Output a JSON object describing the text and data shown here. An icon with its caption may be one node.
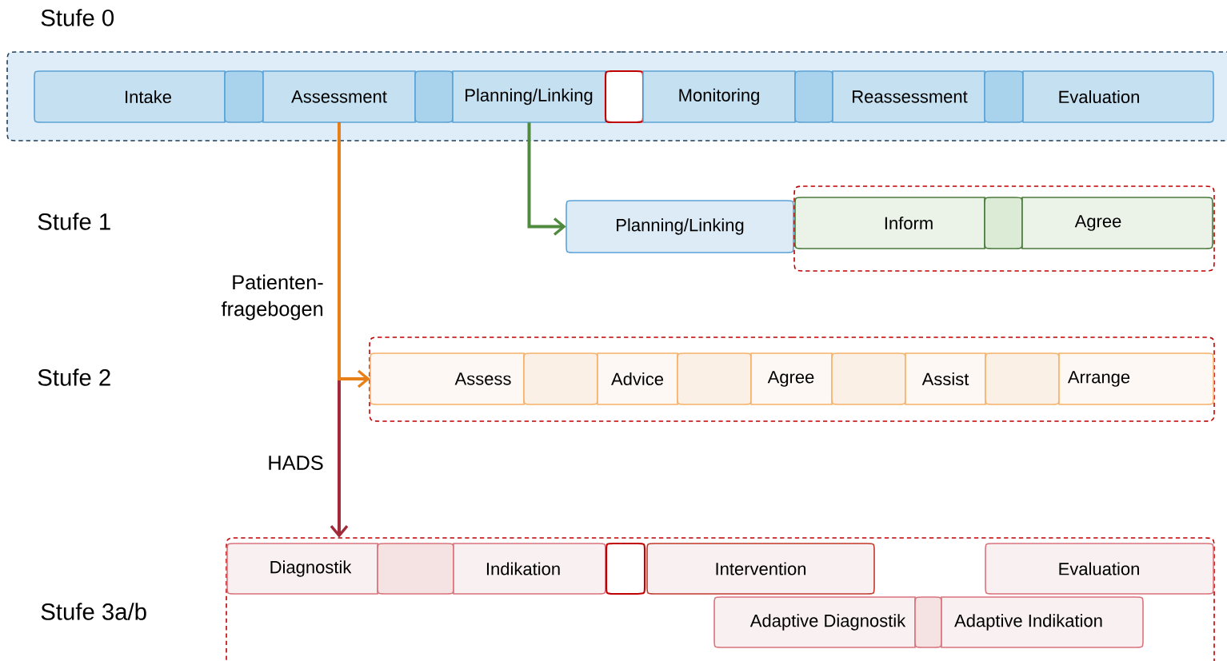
{
  "diagram": {
    "nodes": [
      {
        "text": [],
        "shape": "box"
      },
      {
        "text": [
          "Intake"
        ],
        "in": 0
      },
      {
        "text": [],
        "shape": "box",
        "in": 0
      },
      {
        "text": [
          "Assessment"
        ],
        "in": 0
      },
      {
        "text": [],
        "shape": "box",
        "in": 0
      },
      {
        "text": [
          "Planning/Linking"
        ],
        "in": 0
      },
      {
        "text": [],
        "shape": "box",
        "in": 0
      },
      {
        "text": [
          "Monitoring"
        ],
        "in": 0
      },
      {
        "text": [],
        "shape": "box",
        "in": 0
      },
      {
        "text": [
          "Reassessment"
        ],
        "in": 0
      },
      {
        "text": [],
        "shape": "box",
        "in": 0
      },
      {
        "text": [
          "Evaluation"
        ],
        "in": 0
      },
      {
        "text": [
          "Planning/Linking"
        ]
      },
      {
        "text": [],
        "shape": "box"
      },
      {
        "text": [
          "Inform"
        ],
        "in": 13
      },
      {
        "text": [],
        "shape": "box",
        "in": 13
      },
      {
        "text": [
          "Agree"
        ],
        "in": 13
      },
      {
        "text": [],
        "shape": "box"
      },
      {
        "text": [
          "Assess"
        ],
        "in": 17
      },
      {
        "text": [],
        "shape": "box",
        "in": 17
      },
      {
        "text": [
          "Advice"
        ],
        "in": 17
      },
      {
        "text": [],
        "shape": "box",
        "in": 17
      },
      {
        "text": [
          "Agree"
        ],
        "in": 17
      },
      {
        "text": [],
        "shape": "box",
        "in": 17
      },
      {
        "text": [
          "Assist"
        ],
        "in": 17
      },
      {
        "text": [],
        "shape": "box",
        "in": 17
      },
      {
        "text": [
          "Arrange"
        ],
        "in": 17
      },
      {
        "text": [],
        "shape": "box"
      },
      {
        "text": [
          "Diagnostik"
        ],
        "in": 27
      },
      {
        "text": [],
        "shape": "box",
        "in": 27
      },
      {
        "text": [
          "Indikation"
        ],
        "in": 27
      },
      {
        "text": [],
        "shape": "box",
        "in": 27
      },
      {
        "text": [
          "Intervention"
        ],
        "in": 27
      },
      {
        "text": [
          "Evaluation"
        ],
        "in": 27
      },
      {
        "text": [
          "Adaptive Diagnostik"
        ],
        "in": 27
      },
      {
        "text": [],
        "shape": "box",
        "in": 27
      },
      {
        "text": [
          "Adaptive Indikation"
        ],
        "in": 27
      }
    ],
    "edges": [
      {
        "from": 3,
        "to": 27,
        "arrow": "to",
        "label": "HADS",
        "color": "#a02b3a"
      },
      {
        "from": 3,
        "to": 18,
        "arrow": "to",
        "label": "Patienten- fragebogen",
        "color": "#e8801a"
      },
      {
        "from": 5,
        "to": 12,
        "arrow": "to",
        "color": "#4f8a3e"
      }
    ],
    "labels": [
      "Stufe 0",
      "Stufe 1",
      "Stufe 2",
      "Stufe 3a/b"
    ]
  }
}
